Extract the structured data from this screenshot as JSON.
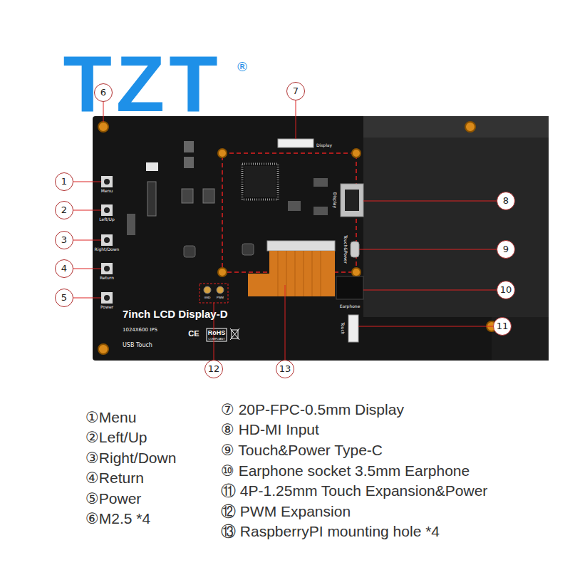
{
  "diagram": {
    "labels": [
      "TZT",
      "®",
      "6",
      "7",
      "Display",
      "1",
      "Menu",
      "2",
      "Left/Up",
      "3",
      "Right/Down",
      "4",
      "Return",
      "5",
      "Power",
      "Display",
      "8",
      "Touch&Power",
      "9",
      "GND",
      "PWM",
      "Earphone",
      "10",
      "7inch LCD Display-D",
      "1024X600 IPS",
      "USB Touch",
      "CE",
      "RoHS",
      "COMPLIANT",
      "Touch",
      "11",
      "12",
      "13",
      "①Menu",
      "②Left/Up",
      "③Right/Down",
      "④Return",
      "⑤Power",
      "⑥M2.5 *4",
      "⑦ 20P-FPC-0.5mm Display",
      "⑧ HD-MI Input",
      "⑨ Touch&Power Type-C",
      "⑩ Earphone socket 3.5mm Earphone",
      "⑪ 4P-1.25mm Touch Expansion&Power",
      "⑫ PWM Expansion",
      "⑬ RaspberryPI mounting hole *4"
    ]
  }
}
